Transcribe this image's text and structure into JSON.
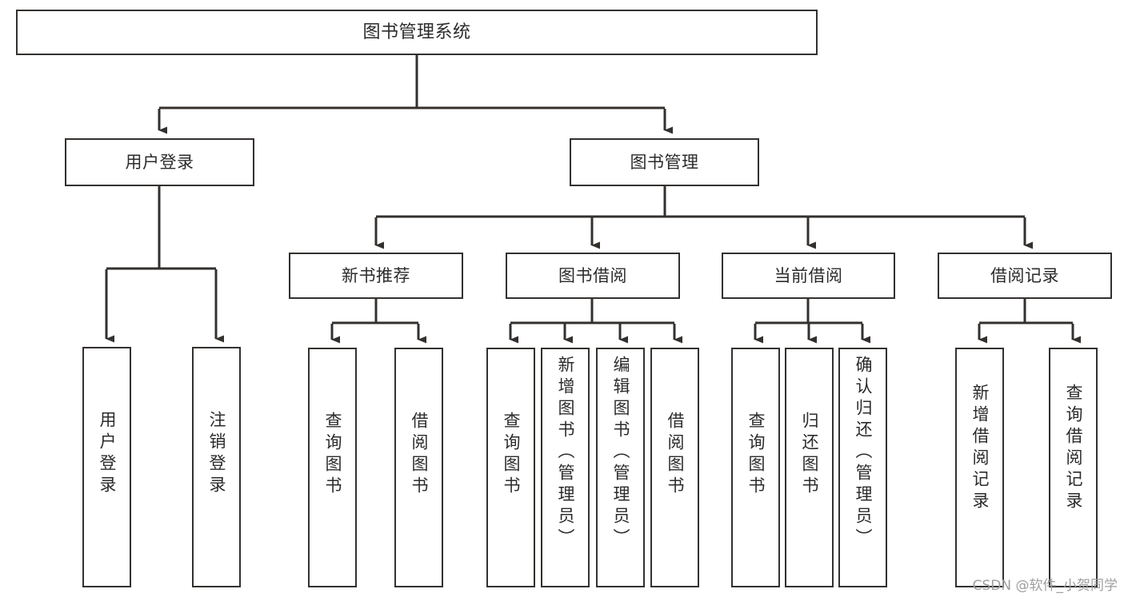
{
  "diagram": {
    "type": "tree",
    "title": "图书管理系统",
    "colors": {
      "border": "#33302e",
      "background": "#ffffff",
      "text": "#2b2b2b",
      "edge": "#33302e",
      "watermark": "#9e9e9e"
    },
    "watermark": "CSDN @软件_小贺同学",
    "nodes": {
      "root": {
        "label": "图书管理系统",
        "orientation": "horizontal"
      },
      "level2": [
        {
          "id": "user-login",
          "label": "用户登录",
          "orientation": "horizontal"
        },
        {
          "id": "book-manage",
          "label": "图书管理",
          "orientation": "horizontal"
        }
      ],
      "level3": [
        {
          "id": "new-book-recommend",
          "label": "新书推荐",
          "orientation": "horizontal",
          "parent": "book-manage"
        },
        {
          "id": "book-borrow",
          "label": "图书借阅",
          "orientation": "horizontal",
          "parent": "book-manage"
        },
        {
          "id": "current-borrow",
          "label": "当前借阅",
          "orientation": "horizontal",
          "parent": "book-manage"
        },
        {
          "id": "borrow-record",
          "label": "借阅记录",
          "orientation": "horizontal",
          "parent": "book-manage"
        }
      ],
      "leaves": [
        {
          "id": "leaf-user-login",
          "label": "用户登录",
          "orientation": "vertical",
          "parent": "user-login"
        },
        {
          "id": "leaf-logout",
          "label": "注销登录",
          "orientation": "vertical",
          "parent": "user-login"
        },
        {
          "id": "leaf-query-book-1",
          "label": "查询图书",
          "orientation": "vertical",
          "parent": "new-book-recommend"
        },
        {
          "id": "leaf-borrow-book-1",
          "label": "借阅图书",
          "orientation": "vertical",
          "parent": "new-book-recommend"
        },
        {
          "id": "leaf-query-book-2",
          "label": "查询图书",
          "orientation": "vertical",
          "parent": "book-borrow"
        },
        {
          "id": "leaf-add-book",
          "label": "新增图书（管理员）",
          "orientation": "vertical",
          "parent": "book-borrow"
        },
        {
          "id": "leaf-edit-book",
          "label": "编辑图书（管理员）",
          "orientation": "vertical",
          "parent": "book-borrow"
        },
        {
          "id": "leaf-borrow-book-2",
          "label": "借阅图书",
          "orientation": "vertical",
          "parent": "book-borrow"
        },
        {
          "id": "leaf-query-book-3",
          "label": "查询图书",
          "orientation": "vertical",
          "parent": "current-borrow"
        },
        {
          "id": "leaf-return-book",
          "label": "归还图书",
          "orientation": "vertical",
          "parent": "current-borrow"
        },
        {
          "id": "leaf-confirm-return",
          "label": "确认归还（管理员）",
          "orientation": "vertical",
          "parent": "current-borrow"
        },
        {
          "id": "leaf-add-record",
          "label": "新增借阅记录",
          "orientation": "vertical",
          "parent": "borrow-record"
        },
        {
          "id": "leaf-query-record",
          "label": "查询借阅记录",
          "orientation": "vertical",
          "parent": "borrow-record"
        }
      ]
    }
  }
}
